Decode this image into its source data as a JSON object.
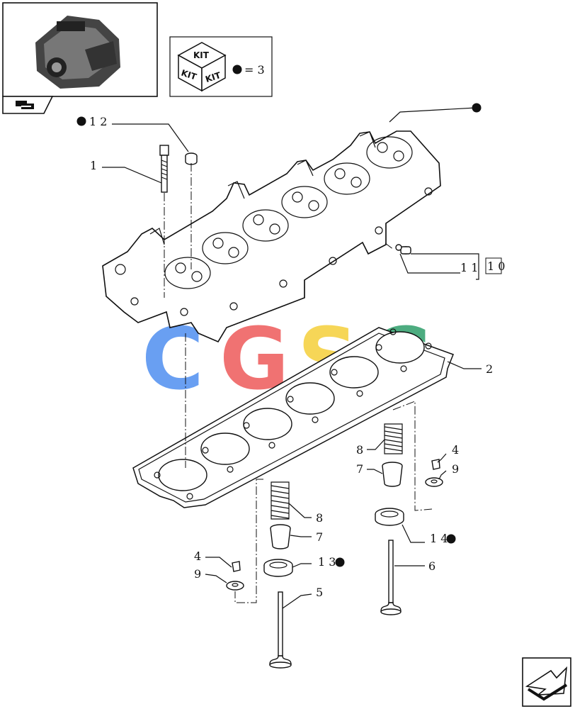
{
  "kit_box": {
    "kit_labels": [
      "KIT",
      "KIT",
      "KIT"
    ],
    "equation": "= 3"
  },
  "callouts": {
    "c12": "1 2",
    "c1": "1",
    "c11": "1 1",
    "c10": "1 0",
    "c2": "2",
    "c8a": "8",
    "c7a": "7",
    "c4a": "4",
    "c9a": "9",
    "c14": "1 4",
    "c6": "6",
    "c8b": "8",
    "c7b": "7",
    "c4b": "4",
    "c9b": "9",
    "c13": "1 3",
    "c5": "5"
  },
  "watermark": {
    "letters": [
      "C",
      "G",
      "S",
      "C"
    ],
    "colors": [
      "#4f8ff0",
      "#ee5a5a",
      "#f5cf3a",
      "#2e9e6a"
    ]
  }
}
